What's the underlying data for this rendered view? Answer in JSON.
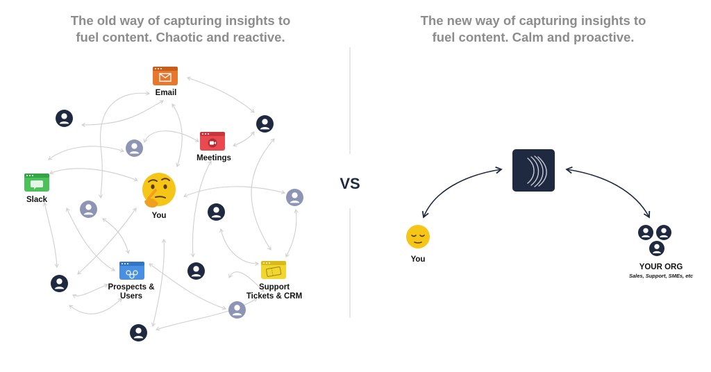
{
  "left_heading": {
    "line1": "The old way of capturing insights to",
    "line2": "fuel content. Chaotic and reactive."
  },
  "right_heading": {
    "line1": "The new way of capturing insights to",
    "line2": "fuel content. Calm and proactive."
  },
  "vs_label": "VS",
  "old_way": {
    "channels": {
      "email": "Email",
      "meetings": "Meetings",
      "slack": "Slack",
      "prospects_line1": "Prospects &",
      "prospects_line2": "Users",
      "support_line1": "Support",
      "support_line2": "Tickets & CRM"
    },
    "you_label": "You"
  },
  "new_way": {
    "you_label": "You",
    "org_label": "YOUR ORG",
    "org_sub": "Sales, Support, SMEs, etc"
  },
  "colors": {
    "heading": "#8c8c8c",
    "navy": "#1f2a40",
    "person_light": "#8e94b3",
    "email": "#e8772e",
    "meetings": "#e84a4f",
    "slack": "#4cc15a",
    "prospects": "#4a90e2",
    "support": "#f2d52e",
    "emoji": "#f5c518",
    "arrow_light": "#cfcfcf",
    "divider": "#d9d9d9"
  },
  "icons": [
    "email-window-icon",
    "meetings-window-icon",
    "slack-window-icon",
    "prospects-window-icon",
    "support-ticket-window-icon",
    "thinking-face-icon",
    "calm-face-icon",
    "person-icon",
    "app-logo-icon"
  ]
}
